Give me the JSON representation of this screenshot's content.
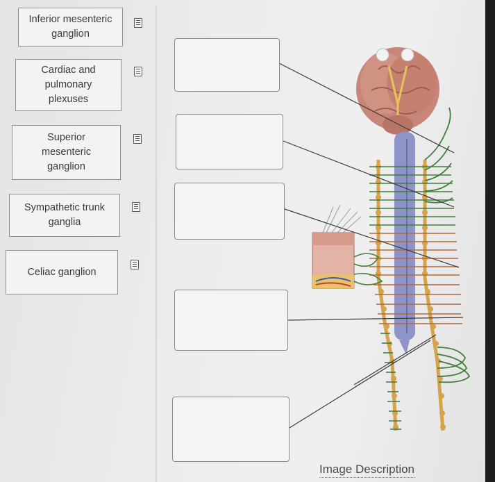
{
  "labels": [
    {
      "text": "Inferior mesenteric ganglion"
    },
    {
      "text": "Cardiac and pulmonary plexuses"
    },
    {
      "text": "Superior mesenteric ganglion"
    },
    {
      "text": "Sympathetic trunk ganglia"
    },
    {
      "text": "Celiac ganglion"
    }
  ],
  "icons": {
    "note": "notepad-icon"
  },
  "image_description_link": "Image Description",
  "colors": {
    "nerve": "#3f7f3a",
    "ganglion": "#d6a24a",
    "cord": "#8f94c8",
    "brain": "#c8857a",
    "leader": "#3a3a3a"
  }
}
